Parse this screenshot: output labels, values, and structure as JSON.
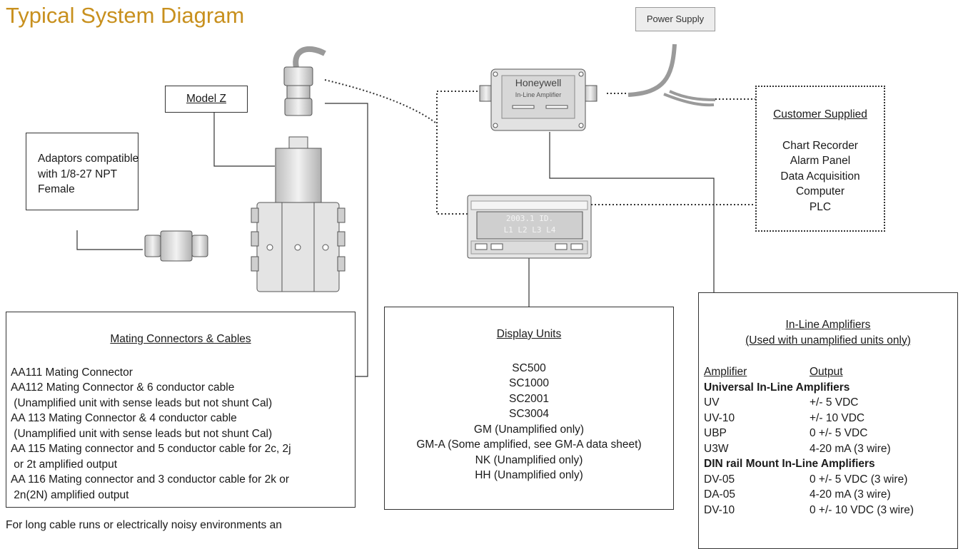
{
  "title": "Typical System Diagram",
  "power_supply": "Power Supply",
  "model_z": "Model Z",
  "adaptors": [
    "Adaptors compatible",
    "with 1/8-27 NPT",
    "Female"
  ],
  "amp_device": {
    "brand": "Honeywell",
    "subtitle": "In-Line Amplifier"
  },
  "display_device": {
    "line1": "2003.1 ID.",
    "line2": "L1 L2 L3 L4"
  },
  "customer": {
    "heading": "Customer Supplied",
    "items": [
      "Chart Recorder",
      "Alarm Panel",
      "Data Acquisition",
      "Computer",
      "PLC"
    ]
  },
  "mating": {
    "heading": "Mating Connectors & Cables",
    "lines": [
      "AA111 Mating Connector",
      "AA112 Mating Connector & 6 conductor cable",
      " (Unamplified unit with sense leads but not shunt Cal)",
      "AA 113 Mating Connector & 4 conductor cable",
      " (Unamplified unit with sense leads but not shunt Cal)",
      "AA 115 Mating connector and 5 conductor cable for 2c, 2j",
      " or 2t amplified output",
      "AA 116 Mating connector and 3 conductor cable for 2k or",
      " 2n(2N) amplified output"
    ]
  },
  "footer_note": "For long cable runs or electrically noisy environments an",
  "display_units": {
    "heading": "Display Units",
    "items": [
      "SC500",
      "SC1000",
      "SC2001",
      "SC3004",
      "GM (Unamplified only)",
      "GM-A (Some amplified, see GM-A data sheet)",
      "NK (Unamplified only)",
      "HH (Unamplified only)"
    ]
  },
  "amplifiers": {
    "heading1": "In-Line Amplifiers",
    "heading2": "(Used with unamplified units only)",
    "col_amp": "Amplifier",
    "col_out": "Output",
    "group1": "Universal In-Line Amplifiers",
    "rows1": [
      {
        "name": "UV",
        "output": "+/- 5 VDC"
      },
      {
        "name": "UV-10",
        "output": "+/- 10 VDC"
      },
      {
        "name": "UBP",
        "output": "0 +/- 5 VDC"
      },
      {
        "name": "U3W",
        "output": "4-20 mA (3 wire)"
      }
    ],
    "group2": "DIN rail Mount In-Line Amplifiers",
    "rows2": [
      {
        "name": "DV-05",
        "output": "0 +/- 5 VDC (3 wire)"
      },
      {
        "name": "DA-05",
        "output": "4-20 mA (3 wire)"
      },
      {
        "name": "DV-10",
        "output": "0 +/- 10 VDC (3 wire)"
      }
    ]
  }
}
